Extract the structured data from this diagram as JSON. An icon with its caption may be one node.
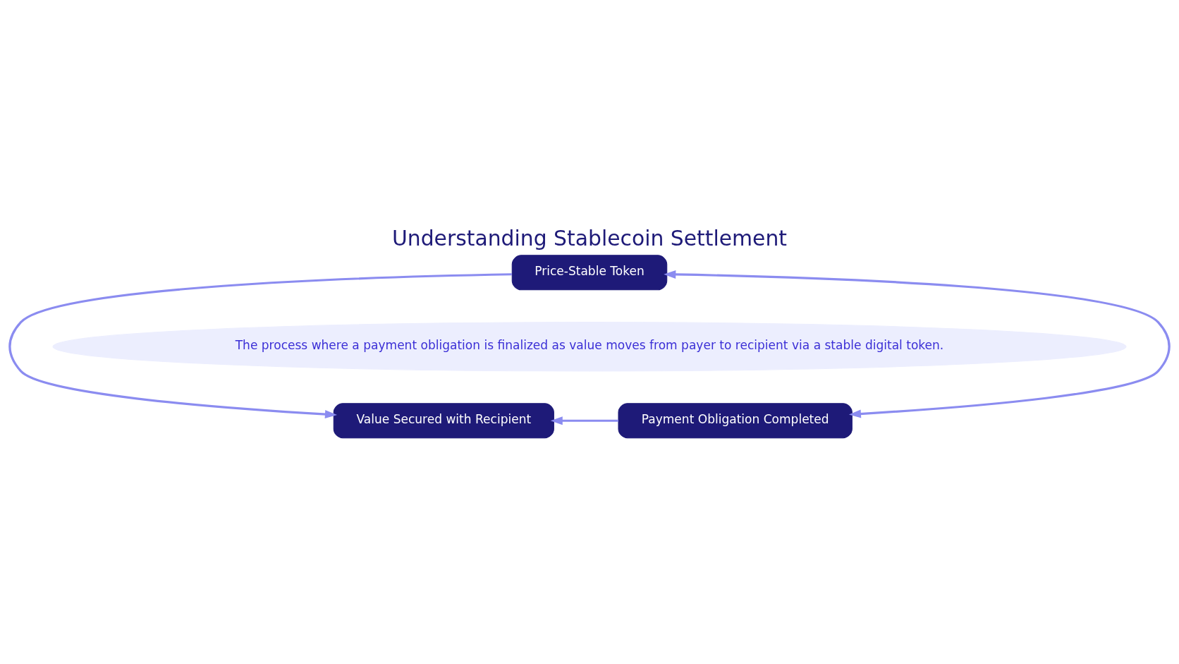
{
  "diagram": {
    "title": "Understanding Stablecoin Settlement",
    "nodes": [
      {
        "text": [
          "Price-Stable Token"
        ]
      },
      {
        "text": [
          "Payment Obligation Completed"
        ]
      },
      {
        "text": [
          "Value Secured with Recipient"
        ]
      },
      {
        "text": [
          "The process where a payment obligation is finalized as value moves from payer to recipient via a stable digital token."
        ]
      }
    ],
    "edges": [
      {
        "from": 1,
        "to": 0,
        "arrow": "both"
      },
      {
        "from": 0,
        "to": 2,
        "arrow": "to"
      },
      {
        "from": 1,
        "to": 2,
        "arrow": "to"
      }
    ]
  }
}
